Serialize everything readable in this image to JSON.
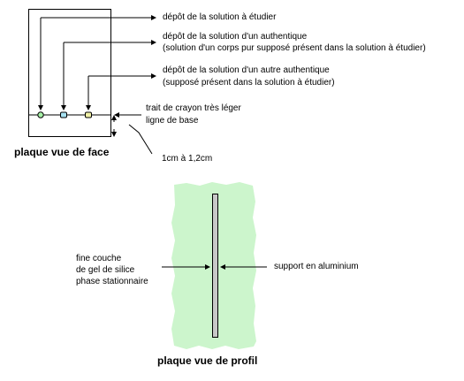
{
  "front_view": {
    "title": "plaque vue de face",
    "labels": {
      "deposit_sample": "dépôt de la solution à étudier",
      "deposit_reference_1_line1": "dépôt de la solution d'un authentique",
      "deposit_reference_1_line2": "(solution d'un corps pur supposé présent dans la solution à étudier)",
      "deposit_reference_2_line1": "dépôt de la solution d'un autre authentique",
      "deposit_reference_2_line2": "(supposé présent dans la solution à étudier)",
      "pencil_line_1": "trait de crayon très léger",
      "pencil_line_2": "ligne de base",
      "distance": "1cm à 1,2cm"
    },
    "spots": [
      {
        "name": "sample",
        "color": "#a6f0a6"
      },
      {
        "name": "reference-1",
        "color": "#a6e0f0"
      },
      {
        "name": "reference-2",
        "color": "#f0f0a6"
      }
    ]
  },
  "side_view": {
    "title": "plaque vue de profil",
    "labels": {
      "gel_line1": "fine couche",
      "gel_line2": "de gel de silice",
      "gel_line3": "phase stationnaire",
      "support": "support en aluminium"
    },
    "background_color": "#ccf5cc",
    "plate_color": "#c8c8c8"
  }
}
